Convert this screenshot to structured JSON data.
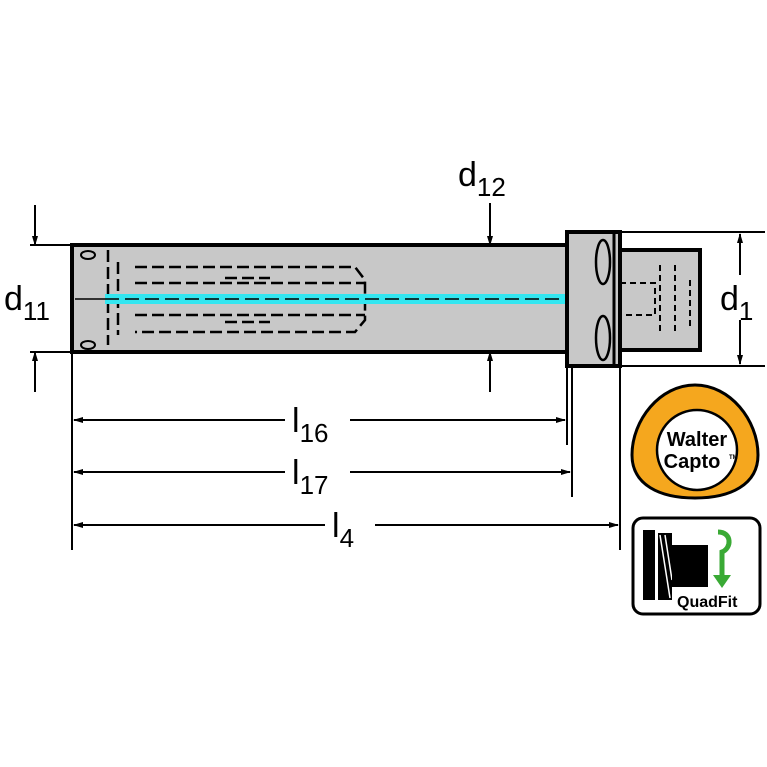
{
  "dimensions": {
    "d12": {
      "main": "d",
      "sub": "12"
    },
    "d11": {
      "main": "d",
      "sub": "11"
    },
    "d1": {
      "main": "d",
      "sub": "1"
    },
    "l16": {
      "main": "l",
      "sub": "16"
    },
    "l17": {
      "main": "l",
      "sub": "17"
    },
    "l4": {
      "main": "l",
      "sub": "4"
    }
  },
  "badges": {
    "capto": {
      "line1": "Walter",
      "line2": "Capto",
      "tm": "TM"
    },
    "quadfit": {
      "label": "QuadFit"
    }
  },
  "colors": {
    "body": "#c8c8c8",
    "coolant": "#33e6f0",
    "capto_ring": "#f5a71e",
    "quadfit_arrow": "#3aaa35"
  }
}
